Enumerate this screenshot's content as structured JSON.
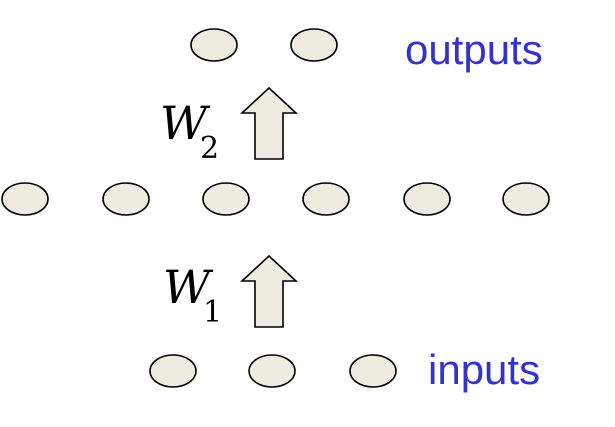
{
  "colors": {
    "node_fill": "#eeebe0",
    "arrow_fill": "#eeebe0",
    "label_color": "#3333cc",
    "stroke": "#000000"
  },
  "layers": {
    "outputs": {
      "label": "outputs",
      "node_count": 2
    },
    "hidden": {
      "node_count": 6
    },
    "inputs": {
      "label": "inputs",
      "node_count": 3
    }
  },
  "weights": {
    "w2": {
      "symbol": "W",
      "subscript": "2"
    },
    "w1": {
      "symbol": "W",
      "subscript": "1"
    }
  }
}
